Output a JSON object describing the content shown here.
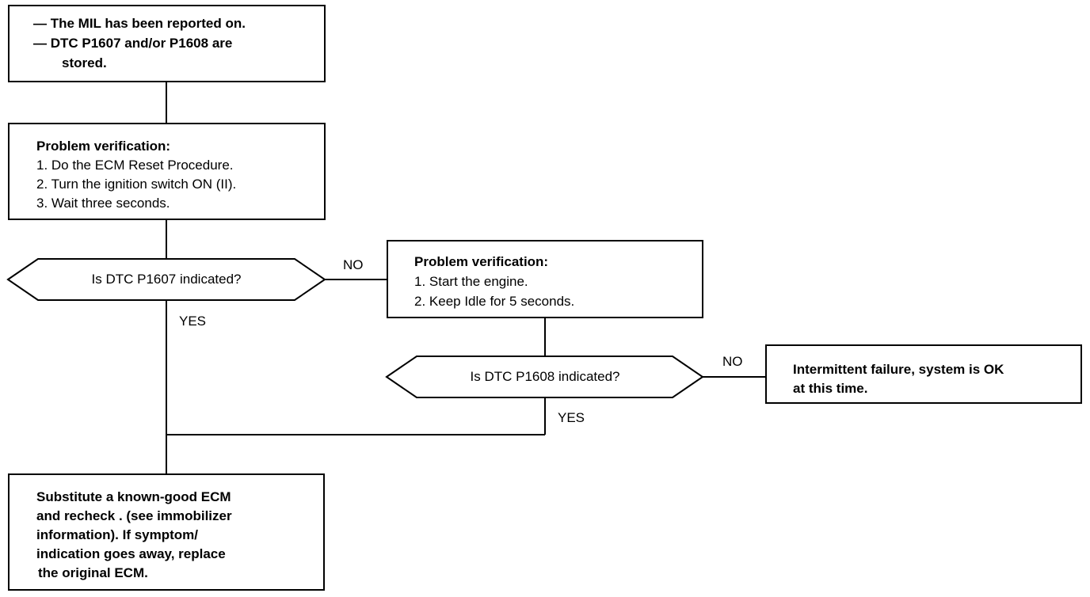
{
  "start_box": {
    "line1": "— The MIL has been reported on.",
    "line2": "— DTC P1607 and/or P1608 are",
    "line3": "stored."
  },
  "verify1": {
    "heading": "Problem verification:",
    "step1": "1.  Do the ECM Reset Procedure.",
    "step2": "2.  Turn the ignition switch ON (II).",
    "step3": "3.  Wait three seconds."
  },
  "decision1": {
    "question": "Is DTC P1607 indicated?",
    "no": "NO",
    "yes": "YES"
  },
  "verify2": {
    "heading": "Problem verification:",
    "step1": "1.  Start the engine.",
    "step2": "2.  Keep Idle for 5 seconds."
  },
  "decision2": {
    "question": "Is DTC P1608 indicated?",
    "no": "NO",
    "yes": "YES"
  },
  "ok_box": {
    "line1": "Intermittent failure, system is OK",
    "line2": "at this time."
  },
  "substitute_box": {
    "line1": "Substitute a known-good ECM",
    "line2": "and recheck . (see  immobilizer",
    "line3": "information). If  symptom/",
    "line4": "indication goes away, replace",
    "line5": "the original ECM."
  }
}
